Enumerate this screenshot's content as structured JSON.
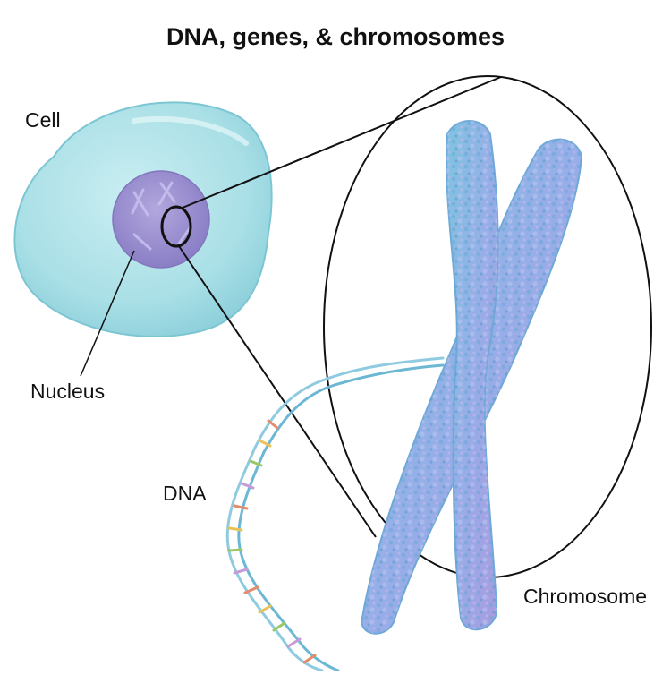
{
  "title": "DNA, genes, & chromosomes",
  "labels": {
    "cell": "Cell",
    "nucleus": "Nucleus",
    "dna": "DNA",
    "chromosome": "Chromosome"
  },
  "colors": {
    "cell_fill": "#a9dfe6",
    "cell_edge": "#7cc6d3",
    "nucleus_fill": "#9a8fd0",
    "chromosome_fill": "#8db7e8",
    "chromosome_shade": "#b3a3e4",
    "dna_backbone": "#9fd6e6"
  }
}
